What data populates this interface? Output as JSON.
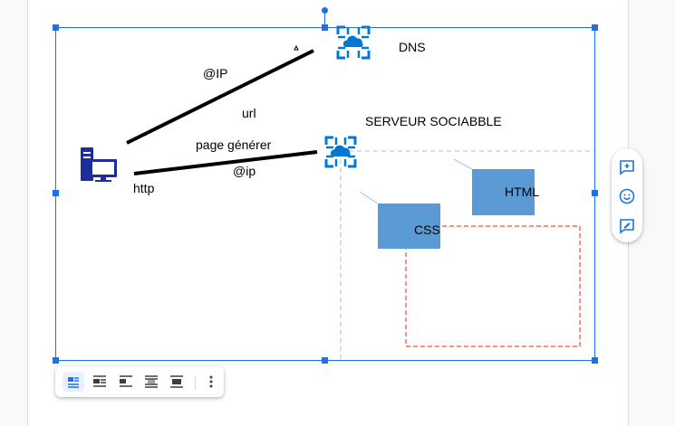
{
  "drawing": {
    "labels": {
      "dns": "DNS",
      "at_ip_upper": "@IP",
      "url": "url",
      "page_generer": "page générer",
      "at_ip_lower": "@ip",
      "http": "http",
      "serveur": "SERVEUR SOCIABBLE"
    },
    "boxes": {
      "html": "HTML",
      "css": "CSS"
    },
    "colors": {
      "selection": "#1a73e8",
      "box_fill": "#5b9bd5",
      "azure_blue": "#0078d4",
      "computer_navy": "#1f2d9c",
      "dashed_blue": "#9dc3e6",
      "dashed_red": "#f06b6b"
    }
  },
  "side_toolbar": {
    "items": [
      {
        "name": "add-comment-icon"
      },
      {
        "name": "emoji-reaction-icon"
      },
      {
        "name": "suggest-edits-icon"
      }
    ]
  },
  "wrap_toolbar": {
    "items": [
      {
        "name": "in-line-icon",
        "active": true
      },
      {
        "name": "wrap-text-icon"
      },
      {
        "name": "break-text-icon"
      },
      {
        "name": "behind-text-icon"
      },
      {
        "name": "in-front-of-text-icon"
      },
      {
        "name": "more-options-icon"
      }
    ]
  }
}
